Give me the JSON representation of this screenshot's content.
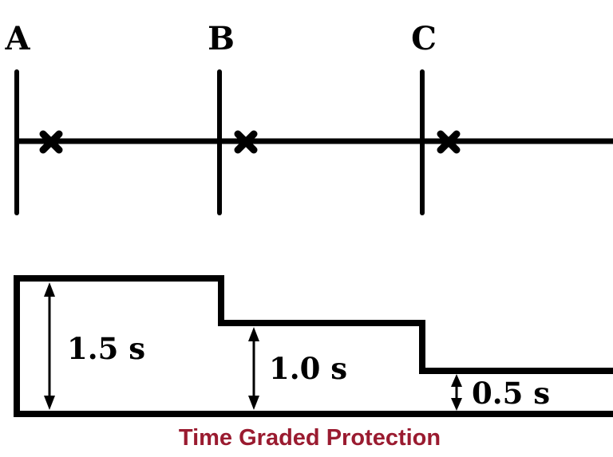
{
  "title": "Time Graded Protection",
  "colors": {
    "line": "#000000",
    "title": "#9a1b30",
    "background": "#ffffff"
  },
  "buses": [
    {
      "label": "A"
    },
    {
      "label": "B"
    },
    {
      "label": "C"
    }
  ],
  "breakers": [
    {
      "name": "breaker-at-A",
      "symbol": "x-cross"
    },
    {
      "name": "breaker-at-B",
      "symbol": "x-cross"
    },
    {
      "name": "breaker-at-C",
      "symbol": "x-cross"
    }
  ],
  "time_grading_steps": [
    {
      "zone": "A",
      "delay_seconds": 1.5,
      "label": "1.5 s"
    },
    {
      "zone": "B",
      "delay_seconds": 1.0,
      "label": "1.0 s"
    },
    {
      "zone": "C",
      "delay_seconds": 0.5,
      "label": "0.5 s"
    }
  ]
}
